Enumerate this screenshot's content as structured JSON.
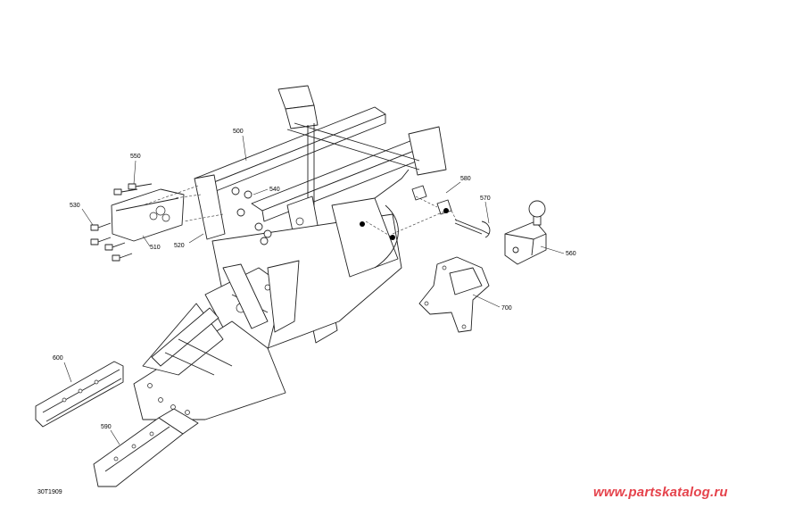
{
  "diagram": {
    "callouts": [
      {
        "id": "500",
        "label": "500"
      },
      {
        "id": "550",
        "label": "550"
      },
      {
        "id": "540",
        "label": "540"
      },
      {
        "id": "580",
        "label": "580"
      },
      {
        "id": "570",
        "label": "570"
      },
      {
        "id": "530",
        "label": "530"
      },
      {
        "id": "520",
        "label": "520"
      },
      {
        "id": "510",
        "label": "510"
      },
      {
        "id": "560",
        "label": "560"
      },
      {
        "id": "700",
        "label": "700"
      },
      {
        "id": "600",
        "label": "600"
      },
      {
        "id": "590",
        "label": "590"
      }
    ],
    "figure_code": "30T1909",
    "watermark": "www.partskatalog.ru",
    "watermark_color": "#e5434c"
  }
}
